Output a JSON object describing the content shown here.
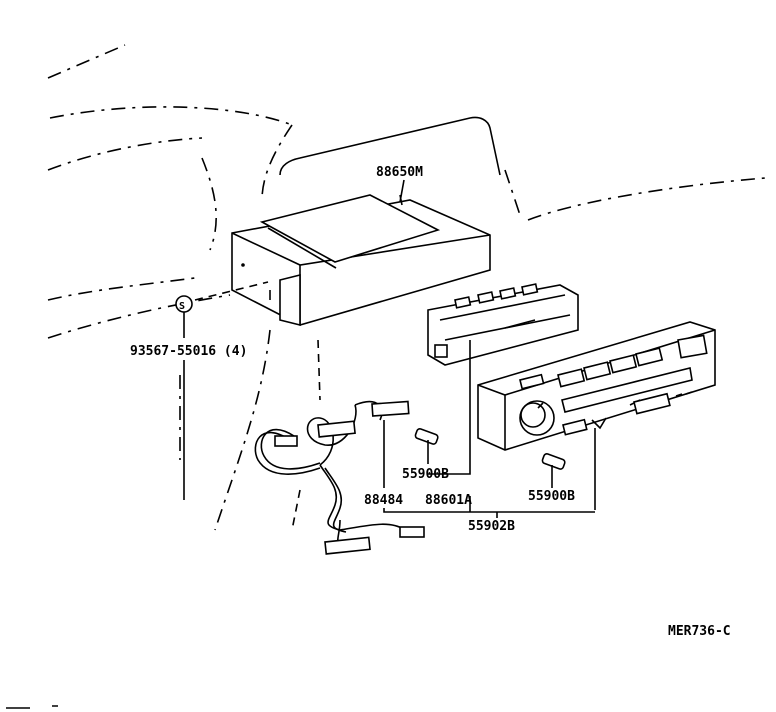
{
  "parts": {
    "ecu": "88650M",
    "screw": "93567-55016 (4)",
    "wire_harness": "88484",
    "control_assembly": "88601A",
    "bulb_left": "55900B",
    "bulb_right": "55900B",
    "control_panel": "55902B"
  },
  "diagram_code": "MER736-C",
  "icons": {
    "screw_marker": "S"
  }
}
